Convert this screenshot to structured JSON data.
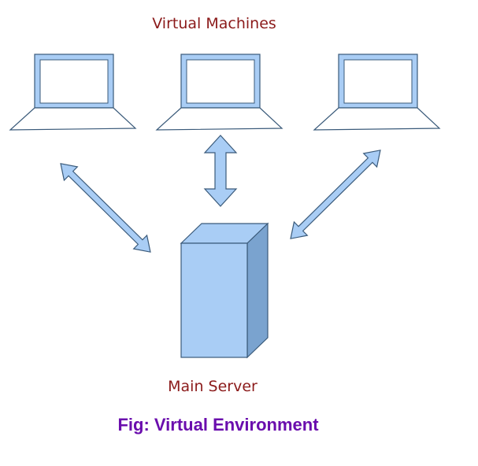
{
  "diagram": {
    "vm_label": "Virtual Machines",
    "server_label": "Main Server",
    "caption": "Fig: Virtual Environment",
    "colors": {
      "label": "#8b1a1a",
      "caption": "#6a0dad",
      "fill_light": "#a9cdf5",
      "fill_mid": "#8cb6e6",
      "fill_dark": "#7aa3cf",
      "stroke": "#3a5a7a",
      "laptop_screen_fill": "#ffffff",
      "laptop_frame": "#a9cdf5"
    },
    "nodes": [
      {
        "id": "vm-left",
        "type": "laptop-icon"
      },
      {
        "id": "vm-center",
        "type": "laptop-icon"
      },
      {
        "id": "vm-right",
        "type": "laptop-icon"
      },
      {
        "id": "main-server",
        "type": "server-icon"
      }
    ],
    "connections": [
      {
        "from": "vm-left",
        "to": "main-server",
        "style": "double-arrow"
      },
      {
        "from": "vm-center",
        "to": "main-server",
        "style": "double-arrow"
      },
      {
        "from": "vm-right",
        "to": "main-server",
        "style": "double-arrow"
      }
    ]
  }
}
